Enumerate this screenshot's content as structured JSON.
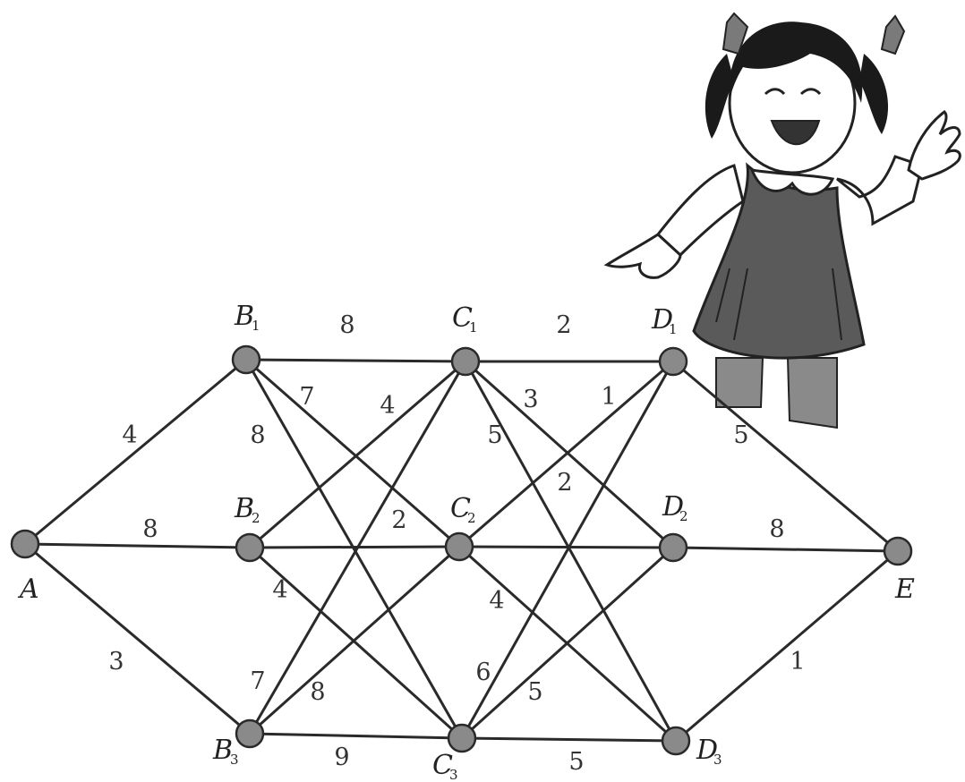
{
  "graph": {
    "nodes": [
      {
        "id": "A",
        "label": "A",
        "sub": ""
      },
      {
        "id": "B1",
        "label": "B",
        "sub": "1"
      },
      {
        "id": "B2",
        "label": "B",
        "sub": "2"
      },
      {
        "id": "B3",
        "label": "B",
        "sub": "3"
      },
      {
        "id": "C1",
        "label": "C",
        "sub": "1"
      },
      {
        "id": "C2",
        "label": "C",
        "sub": "2"
      },
      {
        "id": "C3",
        "label": "C",
        "sub": "3"
      },
      {
        "id": "D1",
        "label": "D",
        "sub": "1"
      },
      {
        "id": "D2",
        "label": "D",
        "sub": "2"
      },
      {
        "id": "D3",
        "label": "D",
        "sub": "3"
      },
      {
        "id": "E",
        "label": "E",
        "sub": ""
      }
    ],
    "edges": [
      {
        "from": "A",
        "to": "B1",
        "weight": "4"
      },
      {
        "from": "A",
        "to": "B2",
        "weight": "8"
      },
      {
        "from": "A",
        "to": "B3",
        "weight": "3"
      },
      {
        "from": "B1",
        "to": "C1",
        "weight": "8"
      },
      {
        "from": "B1",
        "to": "C2",
        "weight": "7"
      },
      {
        "from": "B1",
        "to": "C3",
        "weight": "8"
      },
      {
        "from": "B2",
        "to": "C1",
        "weight": "4"
      },
      {
        "from": "B2",
        "to": "C2",
        "weight": "2"
      },
      {
        "from": "B2",
        "to": "C3",
        "weight": "4"
      },
      {
        "from": "B3",
        "to": "C1",
        "weight": "7"
      },
      {
        "from": "B3",
        "to": "C2",
        "weight": "8"
      },
      {
        "from": "B3",
        "to": "C3",
        "weight": "9"
      },
      {
        "from": "C1",
        "to": "D1",
        "weight": "2"
      },
      {
        "from": "C1",
        "to": "D2",
        "weight": "3"
      },
      {
        "from": "C1",
        "to": "D3",
        "weight": "5"
      },
      {
        "from": "C2",
        "to": "D1",
        "weight": "1"
      },
      {
        "from": "C2",
        "to": "D2",
        "weight": "2"
      },
      {
        "from": "C2",
        "to": "D3",
        "weight": "4"
      },
      {
        "from": "C3",
        "to": "D1",
        "weight": "6"
      },
      {
        "from": "C3",
        "to": "D2",
        "weight": "5"
      },
      {
        "from": "C3",
        "to": "D3",
        "weight": "5"
      },
      {
        "from": "D1",
        "to": "E",
        "weight": "5"
      },
      {
        "from": "D2",
        "to": "E",
        "weight": "8"
      },
      {
        "from": "D3",
        "to": "E",
        "weight": "1"
      }
    ]
  },
  "illustration": {
    "subject": "girl-pointing-illustration"
  },
  "colors": {
    "node_fill": "#8a8a8a",
    "edge": "#2a2a2a",
    "dress": "#5a5a5a"
  }
}
